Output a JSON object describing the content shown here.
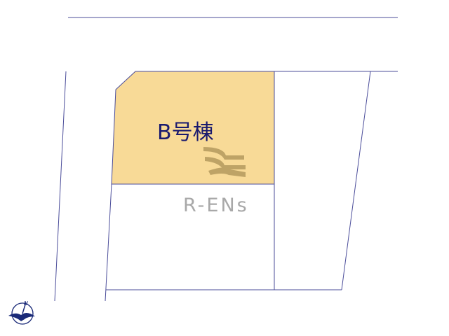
{
  "plan": {
    "lot_label": "B号棟",
    "watermark": "R-ENs",
    "compass_label": "N",
    "colors": {
      "line": "#4b4d9a",
      "lot_fill": "#f8da97",
      "label": "#1a1a6e",
      "watermark": "#a8a8a8",
      "logo": "#b59a5e",
      "compass": "#1a2a78"
    },
    "icons": [
      "north-compass-icon",
      "rens-logo-icon"
    ]
  }
}
